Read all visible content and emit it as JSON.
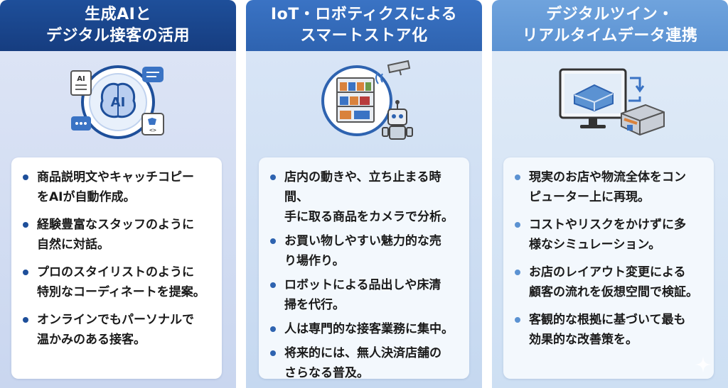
{
  "columns": [
    {
      "title_line1": "生成AIと",
      "title_line2": "デジタル接客の活用",
      "icon": "ai-brain-icon",
      "bullets": [
        {
          "line1": "商品説明文やキャッチコピー",
          "line2": "をAIが自動作成。"
        },
        {
          "line1": "経験豊富なスタッフのように",
          "line2": "自然に対話。"
        },
        {
          "line1": "プロのスタイリストのように",
          "line2": "特別なコーディネートを提案。"
        },
        {
          "line1": "オンラインでもパーソナルで",
          "line2": "温かみのある接客。"
        }
      ],
      "icon_labels": {
        "doc": "AI",
        "brain": "AI"
      }
    },
    {
      "title_line1": "IoT・ロボティクスによる",
      "title_line2": "スマートストア化",
      "icon": "smart-store-robot-icon",
      "bullets": [
        {
          "line1": "店内の動きや、立ち止まる時間、",
          "line2": "手に取る商品をカメラで分析。"
        },
        {
          "line1": "お買い物しやすい魅力的な売",
          "line2": "り場作り。"
        },
        {
          "line1": "ロボットによる品出しや床清",
          "line2": "掃を代行。"
        },
        {
          "line1": "人は専門的な接客業務に集中。",
          "line2": ""
        },
        {
          "line1": "将来的には、無人決済店舗の",
          "line2": "さらなる普及。"
        }
      ]
    },
    {
      "title_line1": "デジタルツイン・",
      "title_line2": "リアルタイムデータ連携",
      "icon": "digital-twin-monitor-icon",
      "bullets": [
        {
          "line1": "現実のお店や物流全体をコン",
          "line2": "ピューター上に再現。"
        },
        {
          "line1": "コストやリスクをかけずに多",
          "line2": "様なシミュレーション。"
        },
        {
          "line1": "お店のレイアウト変更による",
          "line2": "顧客の流れを仮想空間で検証。"
        },
        {
          "line1": "客観的な根拠に基づいて最も",
          "line2": "効果的な改善策を。"
        }
      ]
    }
  ],
  "colors": {
    "col1_header": "#1e4f9a",
    "col2_header": "#2e63b0",
    "col3_header": "#5b92d2"
  }
}
